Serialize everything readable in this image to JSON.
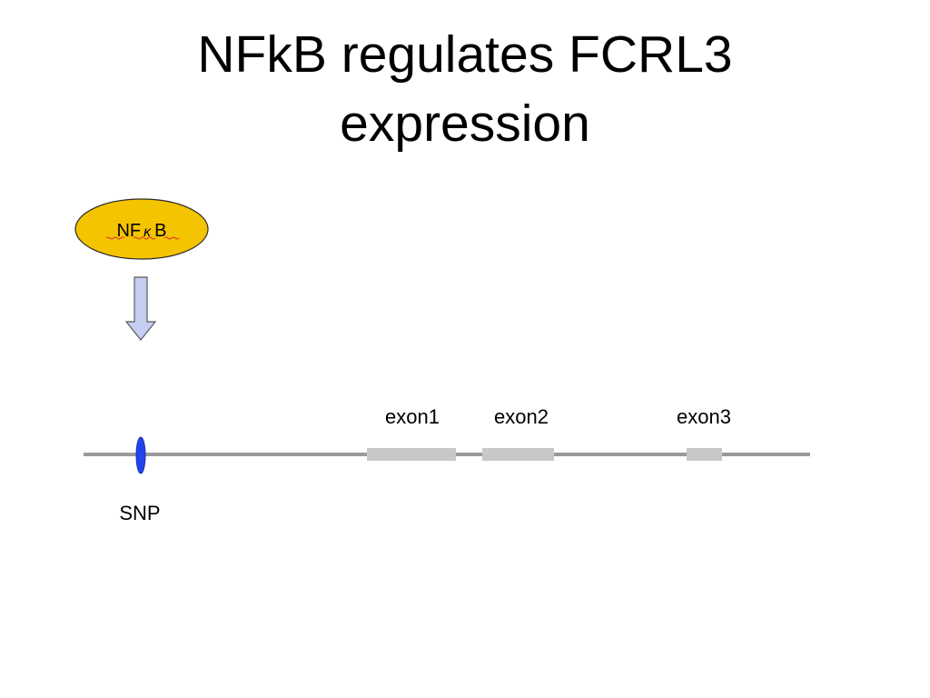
{
  "title": {
    "line1": "NFkB regulates FCRL3",
    "line2": "expression"
  },
  "diagram": {
    "factor": {
      "label_prefix": "NF",
      "label_kappa": "κ",
      "label_suffix": "B",
      "fill_color": "#F5C400",
      "stroke_color": "#2B2B2B"
    },
    "arrow": {
      "fill_color": "#C6CDF2",
      "stroke_color": "#5A5A5A"
    },
    "gene_line_color": "#9A9A9A",
    "exon_color": "#C8C8C8",
    "snp": {
      "label": "SNP",
      "color": "#2244EE"
    },
    "exons": [
      {
        "label": "exon1"
      },
      {
        "label": "exon2"
      },
      {
        "label": "exon3"
      }
    ]
  }
}
